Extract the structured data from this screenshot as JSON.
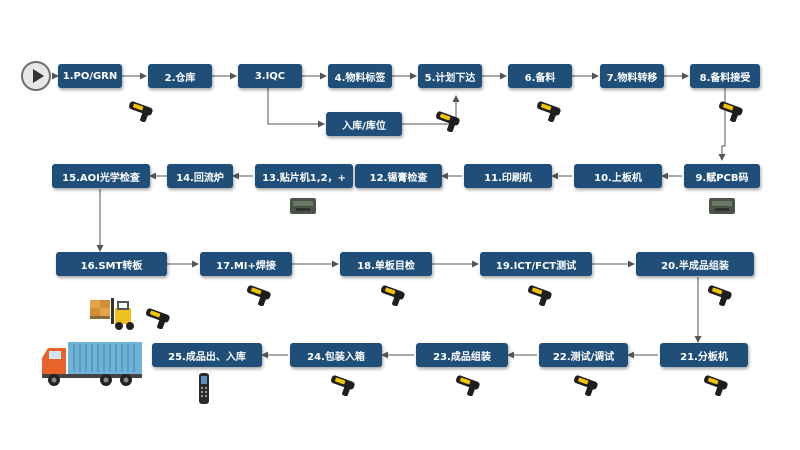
{
  "steps": {
    "s1": "1.PO/GRN",
    "s2": "2.仓库",
    "s3": "3.IQC",
    "s4": "4.物料标签",
    "s5": "5.计划下达",
    "s6": "6.备料",
    "s7": "7.物料转移",
    "s8": "8.备料接受",
    "s9": "9.赋PCB码",
    "s10": "10.上板机",
    "s11": "11.印刷机",
    "s12": "12.锡膏检查",
    "s13": "13.贴片机1,2，+",
    "s14": "14.回流炉",
    "s15": "15.AOI光学检查",
    "s16": "16.SMT转板",
    "s17": "17.MI+焊接",
    "s18": "18.单板目检",
    "s19": "19.ICT/FCT测试",
    "s20": "20.半成品组装",
    "s21": "21.分板机",
    "s22": "22.测试/调试",
    "s23": "23.成品组装",
    "s24": "24.包装入箱",
    "s25": "25.成品出、入库",
    "warehouse": "入库/库位"
  },
  "colors": {
    "box": "#1f4e79",
    "text": "#ffffff",
    "arrow": "#555555",
    "scanner_body": "#1e1e1e",
    "scanner_accent": "#f5c400"
  }
}
